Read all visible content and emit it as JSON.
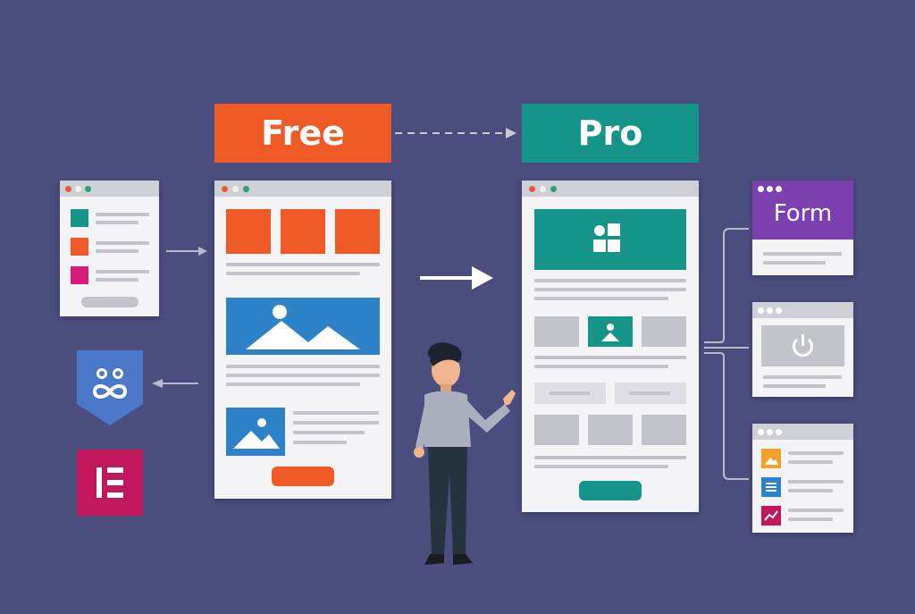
{
  "labels": {
    "free": "Free",
    "pro": "Pro",
    "form": "Form"
  },
  "colors": {
    "background": "#4a4d7e",
    "free_orange": "#ef5a26",
    "pro_teal": "#15958a",
    "image_blue": "#2d82c8",
    "form_purple": "#7b3fb0",
    "elementor_magenta": "#c2185b",
    "shield_blue": "#4b78c9"
  },
  "icons": [
    "elementor-logo-icon",
    "infinity-shield-icon",
    "power-icon",
    "image-icon",
    "grid-icon",
    "chart-icon",
    "list-icon",
    "person-figure"
  ]
}
